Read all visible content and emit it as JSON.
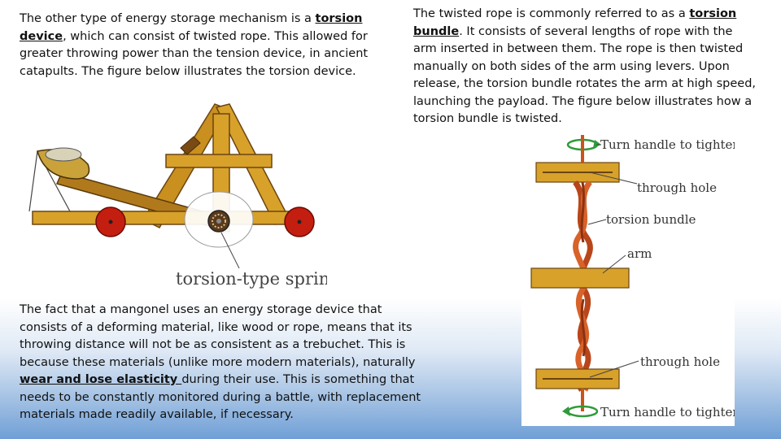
{
  "paragraph_top_left": {
    "before": "The other type of energy storage mechanism is a ",
    "link": "torsion device",
    "after": ", which can consist of twisted rope. This allowed for greater throwing power than the tension device, in ancient catapults. The figure below illustrates the torsion device."
  },
  "paragraph_top_right": {
    "before": "The twisted rope is commonly referred to as a ",
    "link": "torsion bundle",
    "after": ". It consists of several lengths of rope with the arm inserted in between them. The rope is then twisted manually on both sides of the arm using levers. Upon release, the torsion bundle rotates the arm at high speed, launching the payload. The figure below illustrates how a torsion bundle is twisted."
  },
  "paragraph_bottom_left": {
    "before": "The fact that a mangonel uses an energy storage device that consists of a deforming material, like wood or rope, means that its throwing distance will not be as consistent as a trebuchet. This is because these materials (unlike more modern materials), naturally ",
    "link": "wear and lose elasticity ",
    "after": "during their use. This is something that needs to be constantly monitored during a battle, with replacement materials made readily available, if necessary."
  },
  "figure_catapult": {
    "caption": "torsion-type spring"
  },
  "figure_bundle": {
    "label_turn_top": "Turn handle to tighten",
    "label_through_hole_top": "through hole",
    "label_torsion_bundle": "torsion bundle",
    "label_arm": "arm",
    "label_through_hole_bottom": "through hole",
    "label_turn_bottom": "Turn handle to tighten"
  },
  "colors": {
    "wood": "#d8a12a",
    "wood_dark": "#8a5a10",
    "wheel": "#c41e10",
    "rope": "#c9541c",
    "arrow_green": "#2f9a3a"
  }
}
